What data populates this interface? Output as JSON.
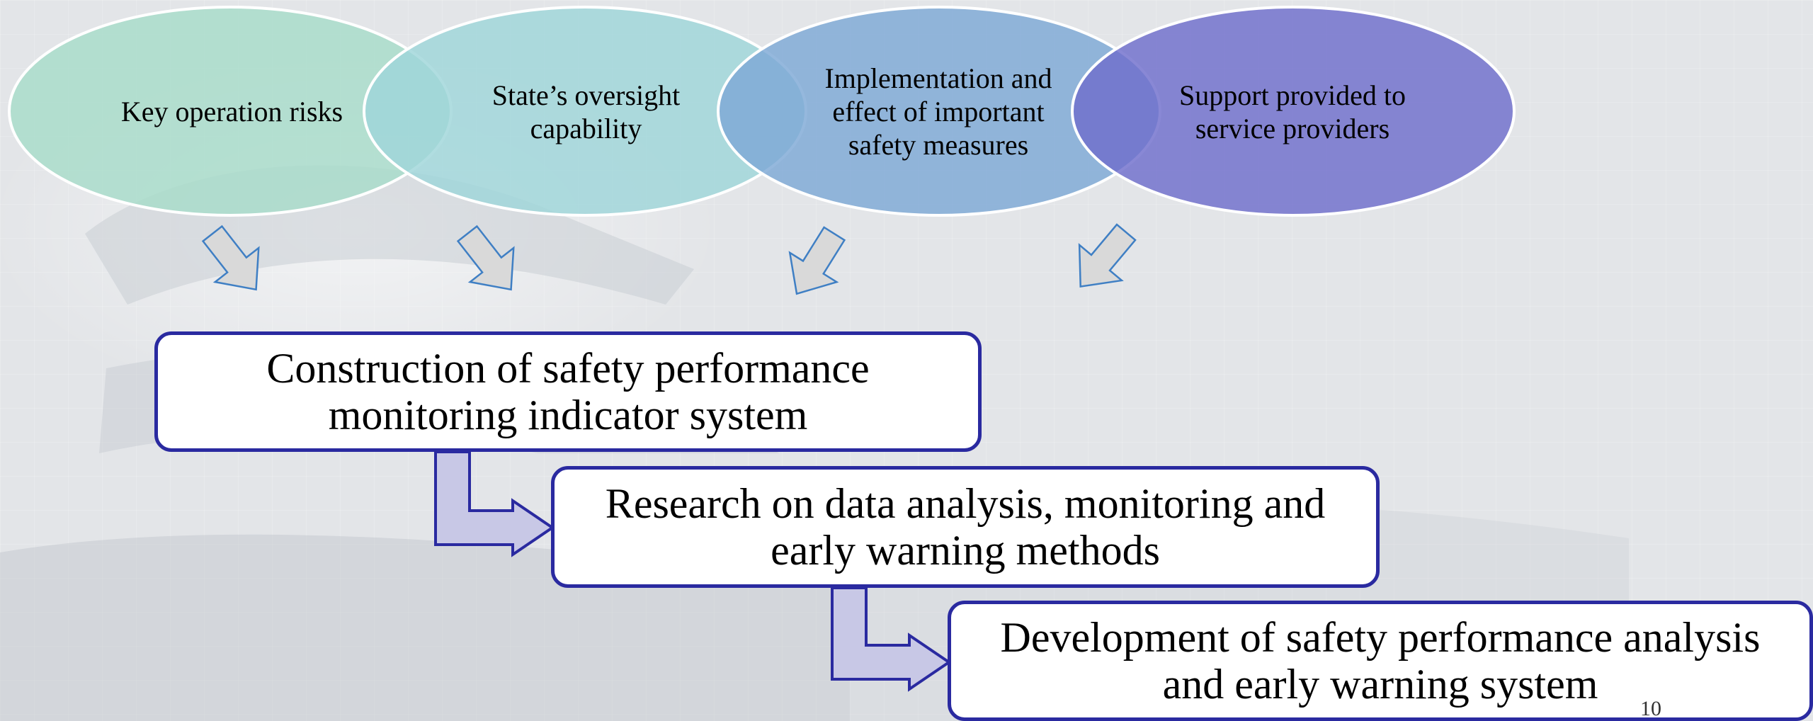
{
  "inputs": [
    {
      "label": "Key operation risks",
      "color": "#a7dcc9"
    },
    {
      "label": "State’s oversight capability",
      "color": "#9fd6d9"
    },
    {
      "label": "Implementation and effect of important safety measures",
      "color": "#7ea8d6"
    },
    {
      "label": "Support provided to service providers",
      "color": "#6f6ecc"
    }
  ],
  "process": [
    {
      "line1": "Construction of safety performance",
      "line2": "monitoring indicator system"
    },
    {
      "line1": "Research on data analysis, monitoring and",
      "line2": "early warning methods"
    },
    {
      "line1": "Development of  safety performance analysis",
      "line2": "and early warning system"
    }
  ],
  "colors": {
    "box_border": "#2a2aa0",
    "elbow_arrow_fill": "#c8c8e6",
    "down_arrow_fill": "#d9d9d9",
    "down_arrow_stroke": "#3f7fc4",
    "ellipse_stroke": "#ffffff"
  },
  "page_number": "10"
}
